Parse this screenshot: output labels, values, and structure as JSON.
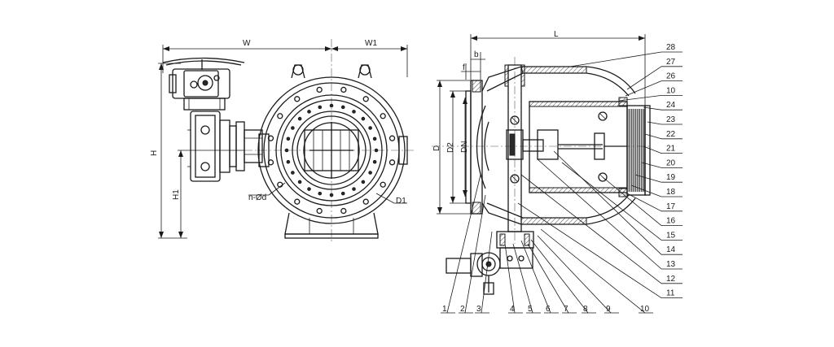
{
  "front_view": {
    "dimensions": {
      "width": "W",
      "half_width": "W1",
      "height": "H",
      "half_height": "H1",
      "bolt_holes": "n-Ød",
      "bolt_circle": "D1"
    }
  },
  "section_view": {
    "dimensions": {
      "length": "L",
      "flange_thickness": "b",
      "raised_face": "f",
      "outer_diameter": "D",
      "raised_face_diameter": "D2",
      "nominal_diameter": "DN"
    },
    "parts_right": [
      "28",
      "27",
      "26",
      "10",
      "24",
      "23",
      "22",
      "21",
      "20",
      "19",
      "18",
      "17",
      "16",
      "15",
      "14",
      "13",
      "12",
      "11"
    ],
    "parts_bottom": [
      "1",
      "2",
      "3",
      "4",
      "5",
      "6",
      "7",
      "8",
      "9",
      "10"
    ]
  }
}
